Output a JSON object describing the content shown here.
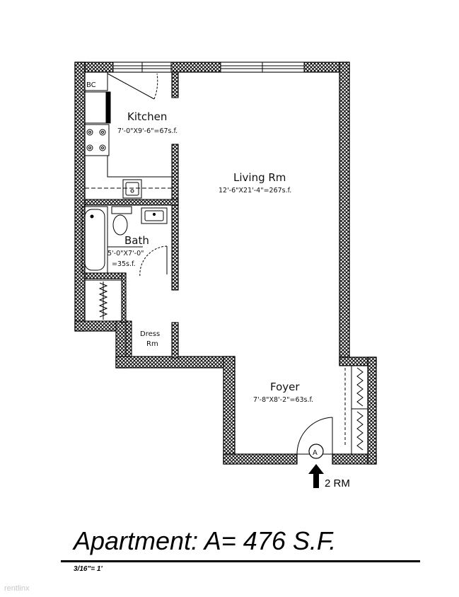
{
  "rooms": {
    "bc": "BC",
    "kitchen": {
      "name": "Kitchen",
      "dims": "7'-0\"X9'-6\"=67s.f."
    },
    "living": {
      "name": "Living Rm",
      "dims": "12'-6\"X21'-4\"=267s.f."
    },
    "bath": {
      "name": "Bath",
      "dims_line1": "5'-0\"X7'-0\"",
      "dims_line2": "=35s.f."
    },
    "dress": {
      "line1": "Dress",
      "line2": "Rm"
    },
    "foyer": {
      "name": "Foyer",
      "dims": "7'-8\"X8'-2\"=63s.f."
    }
  },
  "entrance": {
    "marker": "A",
    "room_count": "2 RM"
  },
  "footer": {
    "title": "Apartment: A= 476 S.F.",
    "scale": "3/16\"= 1'",
    "watermark": "rentlinx"
  },
  "colors": {
    "wall_hatch": "#000000",
    "background": "#ffffff"
  }
}
